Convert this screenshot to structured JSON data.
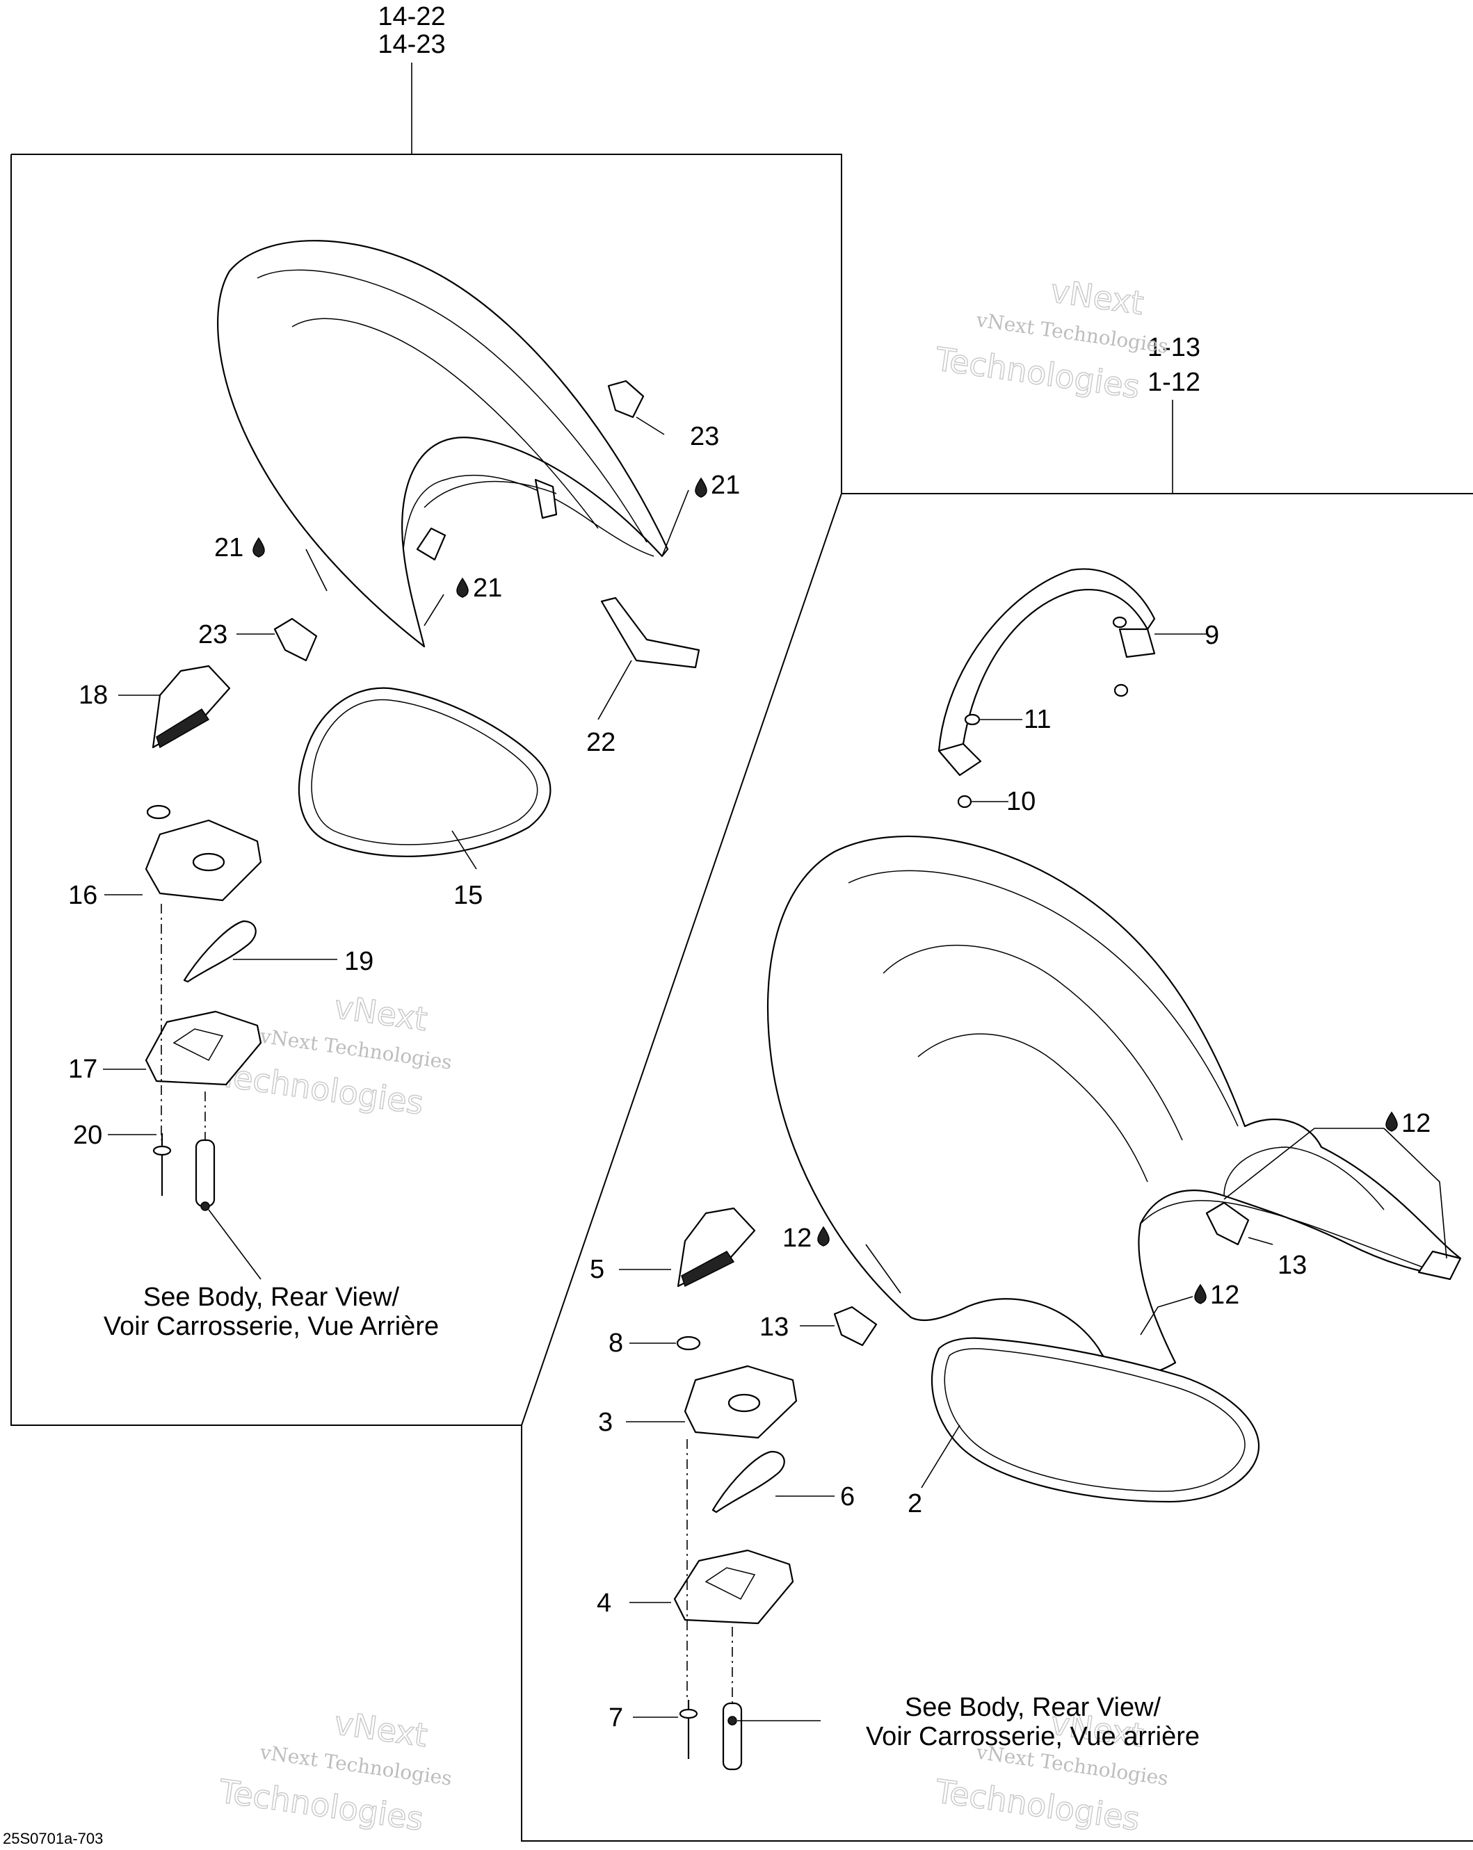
{
  "diagram": {
    "drawing_code": "25S0701a-703",
    "watermark": {
      "line1": "vNext Technologies",
      "line2": "vNext",
      "line3": "Technologies"
    },
    "section_refs": {
      "left_top": [
        "14-22",
        "14-23"
      ],
      "right_top": [
        "1-13",
        "1-12"
      ]
    },
    "notes": {
      "left": [
        "See Body, Rear View/",
        "Voir Carrosserie, Vue Arrière"
      ],
      "right": [
        "See Body, Rear View/",
        "Voir Carrosserie, Vue arrière"
      ]
    },
    "callouts": {
      "p2": "2",
      "p3": "3",
      "p4": "4",
      "p5": "5",
      "p6": "6",
      "p7": "7",
      "p8": "8",
      "p9": "9",
      "p10": "10",
      "p11": "11",
      "p12a": "12",
      "p12b": "12",
      "p12c": "12",
      "p13a": "13",
      "p13b": "13",
      "p15": "15",
      "p16": "16",
      "p17": "17",
      "p18": "18",
      "p19": "19",
      "p20": "20",
      "p21a": "21",
      "p21b": "21",
      "p21c": "21",
      "p22": "22",
      "p23a": "23",
      "p23b": "23"
    }
  }
}
